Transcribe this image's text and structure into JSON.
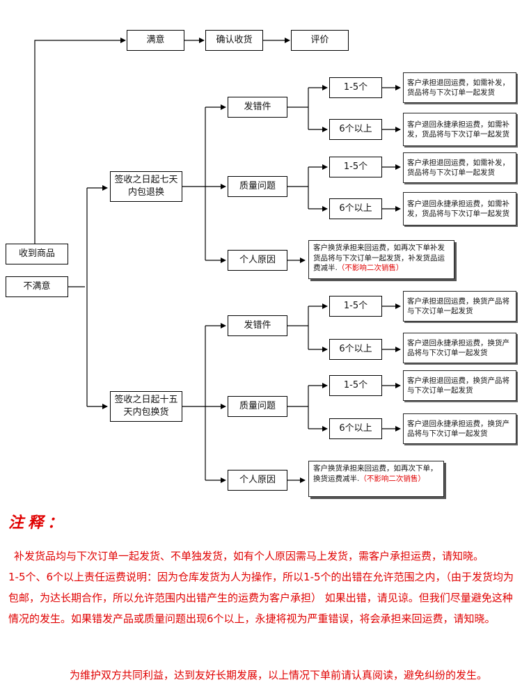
{
  "flow": {
    "received": "收到商品",
    "satisfied": "满意",
    "confirm_receipt": "确认收货",
    "review": "评价",
    "unsatisfied": "不满意",
    "policy7": "签收之日起七天内包退换",
    "policy15": "签收之日起十五天内包换货",
    "wrong_item": "发错件",
    "quality": "质量问题",
    "personal": "个人原因",
    "range_small": "1-5个",
    "range_large": "6个以上",
    "r7_wrong_small": "客户承担退回运费，如需补发，货品将与下次订单一起发货",
    "r7_wrong_large": "客户退回永捷承担运费，如需补发，货品将与下次订单一起发货",
    "r7_quality_small": "客户承担退回运费，如需补发，货品将与下次订单一起发货",
    "r7_quality_large": "客户退回永捷承担运费，如需补发，货品将与下次订单一起发货",
    "r7_personal": "客户换货承担来回运费，如再次下单补发货品将与下次订单一起发货，补发货品运费减半.",
    "r7_personal_tag": "（不影响二次销售）",
    "r15_wrong_small": "客户承担退回运费，换货产品将与下次订单一起发货",
    "r15_wrong_large": "客户退回永捷承担运费，换货产品将与下次订单一起发货",
    "r15_quality_small": "客户承担退回运费，换货产品将与下次订单一起发货",
    "r15_quality_large": "客户退回永捷承担运费，换货产品将与下次订单一起发货",
    "r15_personal": "客户换货承担来回运费，如再次下单，换货运费减半.",
    "r15_personal_tag": "（不影响二次销售）"
  },
  "notes": {
    "heading": "注释：",
    "p1": "补发货品均与下次订单一起发货、不单独发货，如有个人原因需马上发货，需客户承担运费，请知晓。",
    "p2": "1-5个、6个以上责任运费说明：因为仓库发货为人为操作，所以1-5个的出错在允许范围之内，（由于发货均为包邮，为达长期合作，所以允许范围内出错产生的运费为客户承担） 如果出错，请见谅。但我们尽量避免这种情况的发生。如果错发产品或质量问题出现6个以上，永捷将视为严重错误，将会承担来回运费，请知晓。",
    "p3": "为维护双方共同利益，达到友好长期发展，以上情况下单前请认真阅读，避免纠纷的发生。"
  },
  "colors": {
    "note_text": "#e00000",
    "line": "#000000"
  }
}
